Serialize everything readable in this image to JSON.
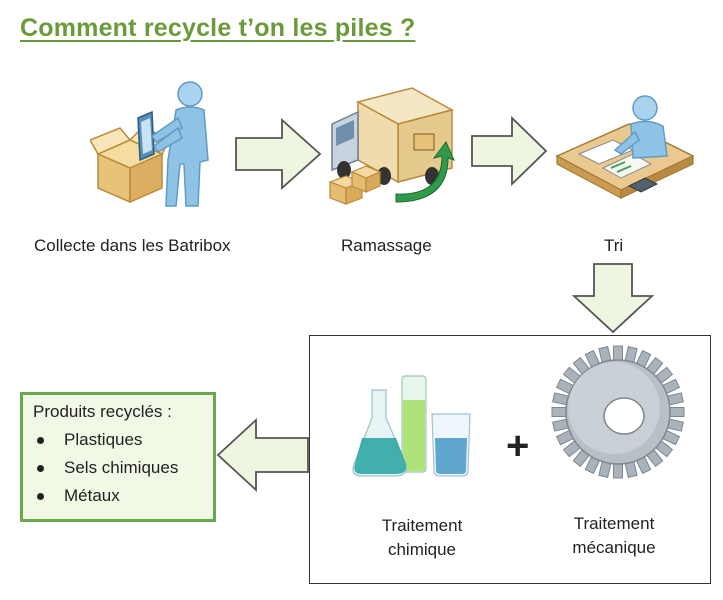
{
  "title": "Comment recycle t’on les piles ?",
  "steps": [
    {
      "label": "Collecte dans les Batribox",
      "icon": "person-with-box-icon"
    },
    {
      "label": "Ramassage",
      "icon": "delivery-truck-icon"
    },
    {
      "label": "Tri",
      "icon": "person-sorting-at-desk-icon"
    }
  ],
  "treatments": {
    "chemical": {
      "label_line1": "Traitement",
      "label_line2": "chimique",
      "icon": "lab-glassware-icon"
    },
    "operator": "+",
    "mechanical": {
      "label_line1": "Traitement",
      "label_line2": "mécanique",
      "icon": "gear-icon"
    }
  },
  "products": {
    "title": "Produits recyclés :",
    "items": [
      "Plastiques",
      "Sels chimiques",
      "Métaux"
    ]
  },
  "colors": {
    "title": "#6b9a3a",
    "arrow_fill": "#eef5e0",
    "products_border": "#6aa84f",
    "products_fill": "#f1f8e6"
  }
}
